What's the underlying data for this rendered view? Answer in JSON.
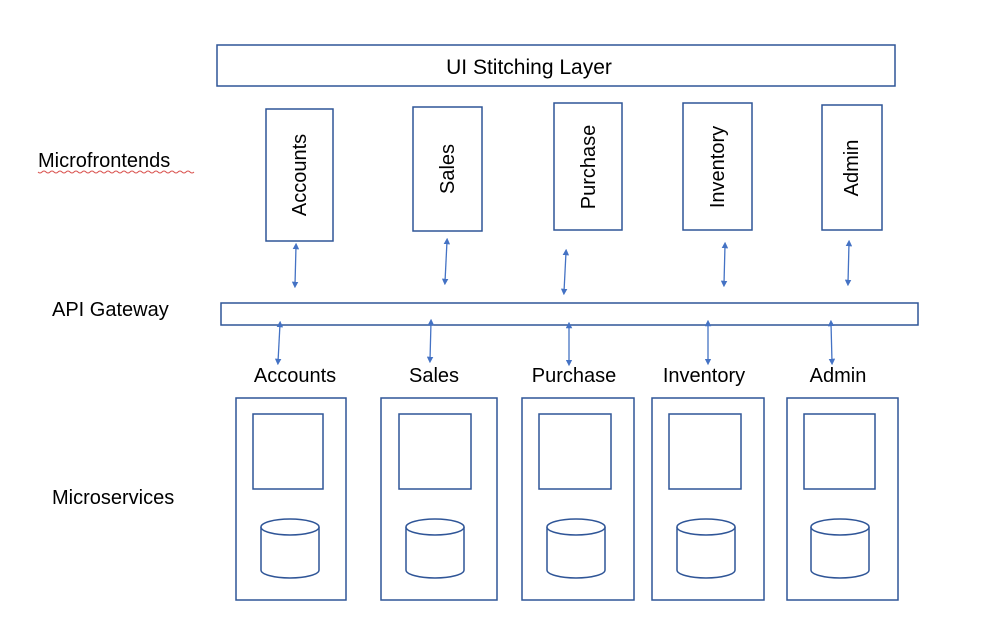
{
  "ui_stitching_layer": "UI Stitching Layer",
  "row_labels": {
    "microfrontends": "Microfrontends",
    "api_gateway": "API Gateway",
    "microservices": "Microservices"
  },
  "microfrontends": [
    "Accounts",
    "Sales",
    "Purchase",
    "Inventory",
    "Admin"
  ],
  "microservices": [
    "Accounts",
    "Sales",
    "Purchase",
    "Inventory",
    "Admin"
  ],
  "colors": {
    "box_stroke": "#2f5597",
    "arrow": "#4472c4"
  }
}
